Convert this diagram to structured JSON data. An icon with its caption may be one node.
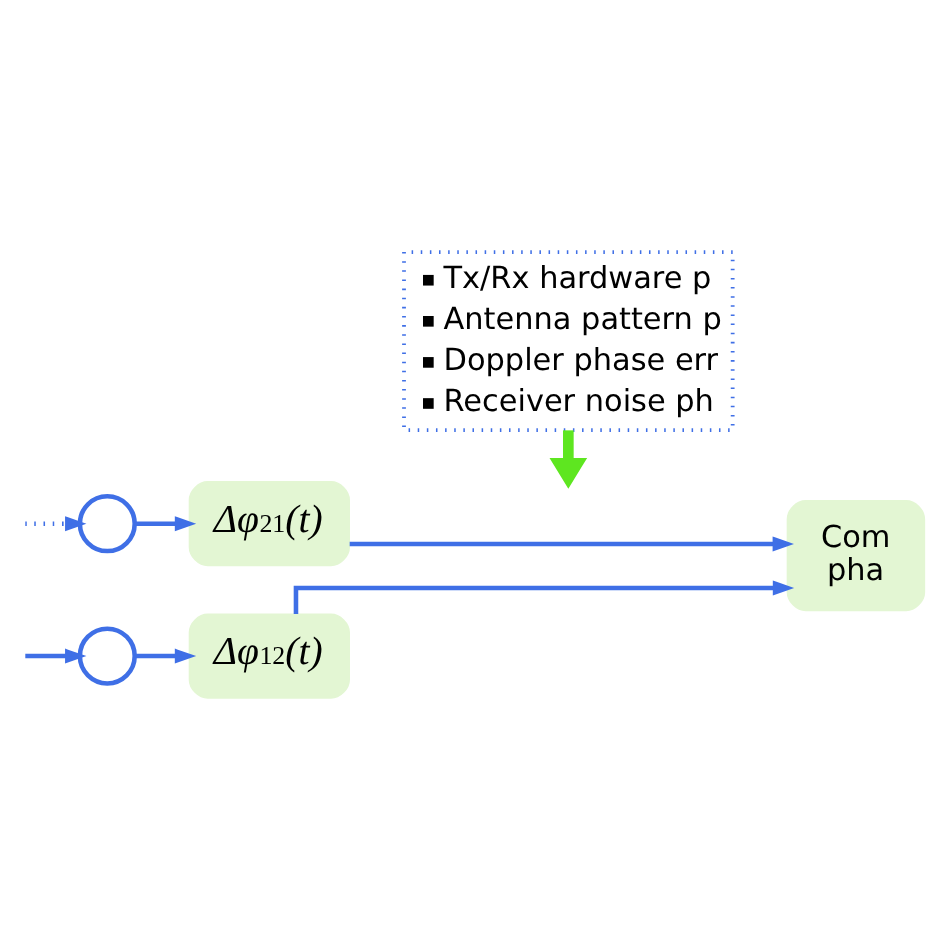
{
  "diagram": {
    "nodes": [
      {
        "text": [],
        "shape": "circle"
      },
      {
        "text": [
          "Δφ$_{21}$(t)"
        ]
      },
      {
        "text": [
          "Tx/Rx hardware p",
          "Antenna pattern p",
          "Doppler phase err",
          "Receiver noise ph"
        ]
      },
      {
        "text": [
          "Com pha"
        ]
      },
      {
        "text": [],
        "shape": "circle"
      },
      {
        "text": [
          "Δφ$_{12}$(t)"
        ]
      }
    ],
    "edges": [
      {
        "from": null,
        "to": 0,
        "arrow": "to",
        "style": "dashed"
      },
      {
        "from": 0,
        "to": 1,
        "arrow": "to"
      },
      {
        "from": null,
        "to": 4,
        "arrow": "to"
      },
      {
        "from": 4,
        "to": 5,
        "arrow": "to"
      },
      {
        "from": 1,
        "to": 3,
        "arrow": "to"
      },
      {
        "from": 5,
        "to": 3,
        "arrow": "to"
      },
      {
        "from": 2,
        "to": null,
        "arrow": "to",
        "style": "thick",
        "color": "#5ee620"
      }
    ]
  }
}
